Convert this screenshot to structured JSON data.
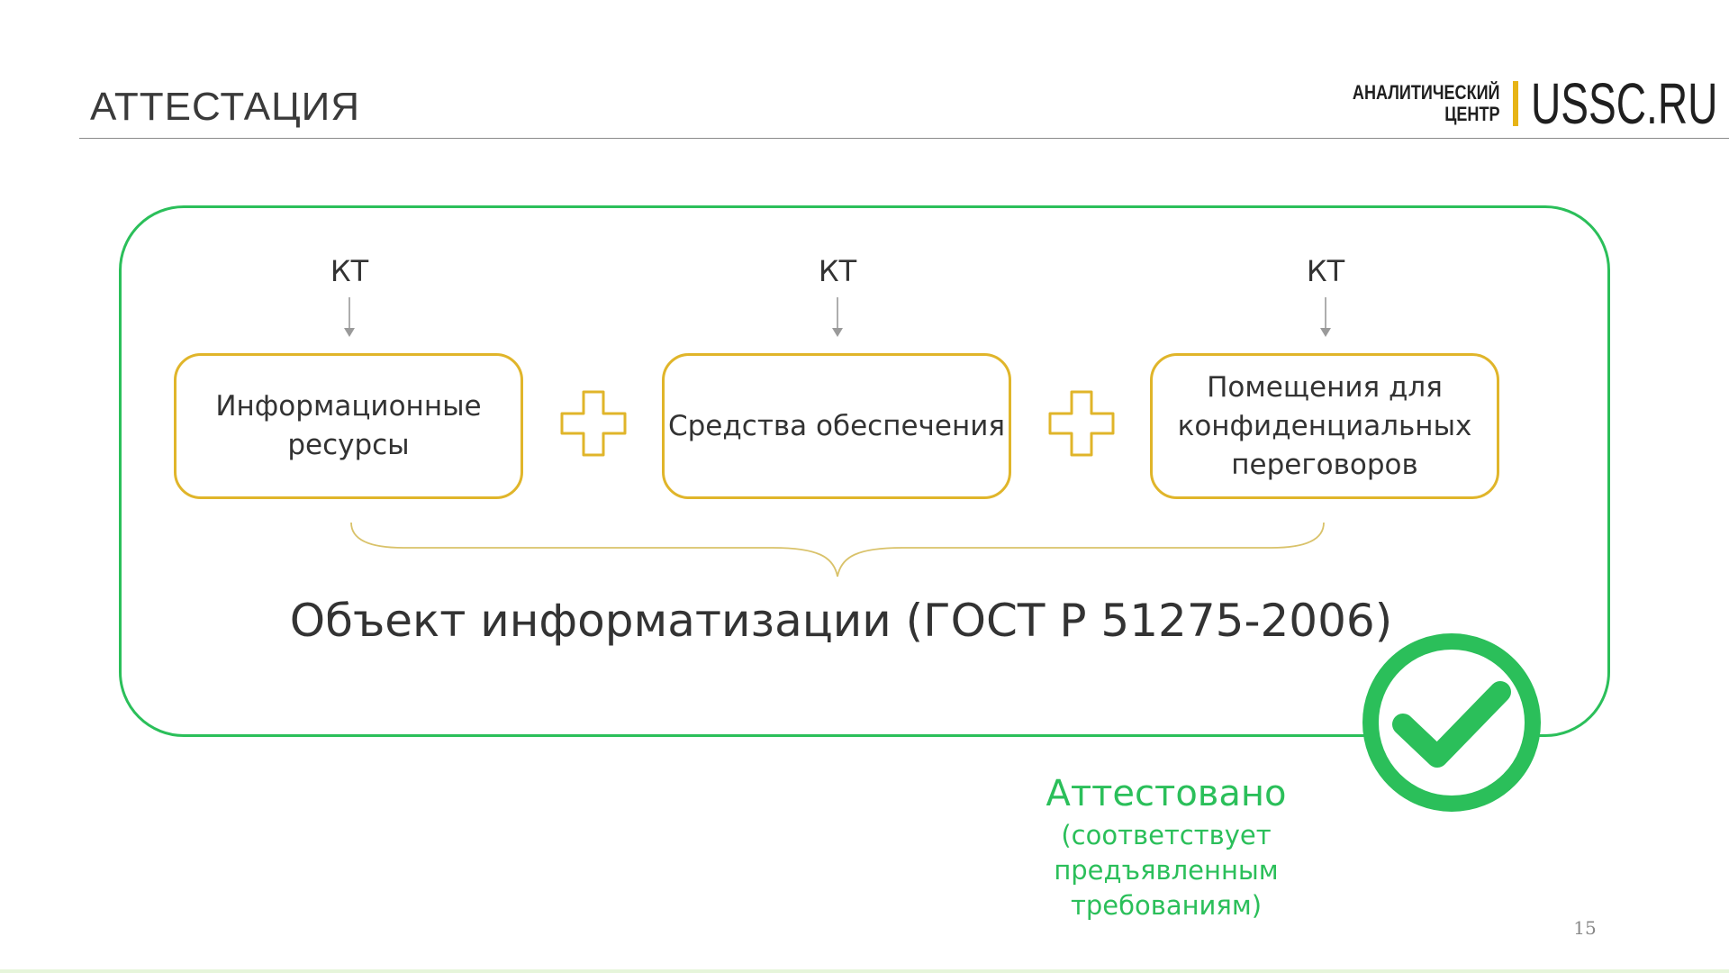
{
  "header": {
    "title": "АТТЕСТАЦИЯ"
  },
  "logo": {
    "line1": "АНАЛИТИЧЕСКИЙ",
    "line2": "ЦЕНТР",
    "brand": "USSC.RU"
  },
  "diagram": {
    "kt_labels": [
      "КТ",
      "КТ",
      "КТ"
    ],
    "boxes": [
      {
        "line1": "Информационные",
        "line2": "ресурсы"
      },
      {
        "line1": "Средства обеспечения"
      },
      {
        "line1": "Помещения для",
        "line2": "конфиденциальных",
        "line3": "переговоров"
      }
    ],
    "object_title": "Объект информатизации (ГОСТ Р 51275-2006)",
    "status_main": "Аттестовано",
    "status_sub_line1": "(соответствует предъявленным",
    "status_sub_line2": "требованиям)"
  },
  "footer": {
    "page_number": "15"
  },
  "colors": {
    "frame_green": "#2bbf5a",
    "box_gold": "#e0b52a",
    "logo_bar": "#e7b416",
    "text": "#333333"
  },
  "icons": [
    "arrow-down-icon",
    "plus-icon",
    "checkmark-circle-icon",
    "curly-brace"
  ]
}
